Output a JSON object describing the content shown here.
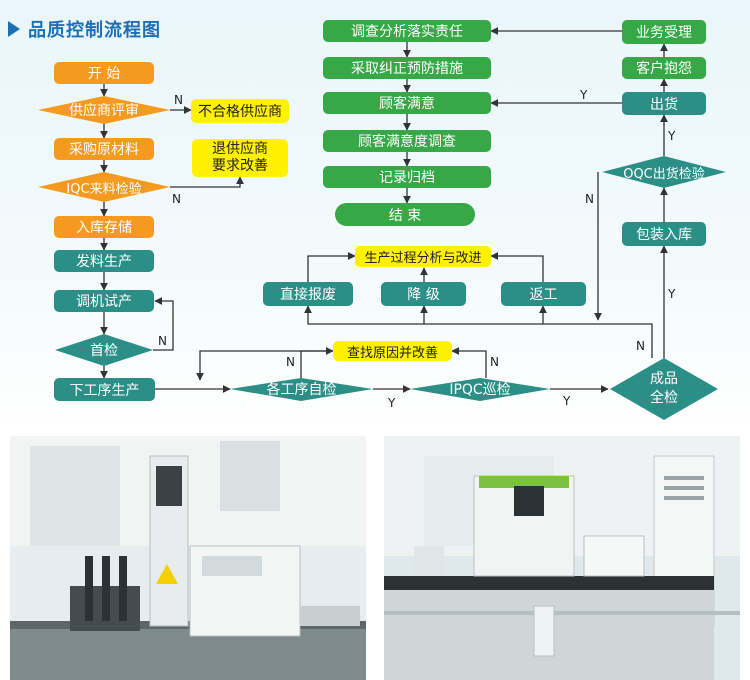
{
  "title": "品质控制流程图",
  "left_column": {
    "start": "开  始",
    "supplier_review": "供应商评审",
    "purchase": "采购原材料",
    "iqc": "IQC来料检验",
    "warehouse": "入库存储",
    "issue_production": "发料生产",
    "trial_run": "调机试产",
    "first_inspection": "首检",
    "next_process": "下工序生产"
  },
  "side_boxes": {
    "unqualified_supplier": "不合格供应商",
    "return_supplier": "退供应商\n要求改善"
  },
  "middle_row": {
    "self_inspection": "各工序自检",
    "ipqc": "IPQC巡检",
    "find_cause": "查找原因并改善",
    "direct_scrap": "直接报废",
    "downgrade": "降  级",
    "rework": "返工",
    "process_analysis": "生产过程分析与改进"
  },
  "right_column": {
    "final_inspection_line1": "成品",
    "final_inspection_line2": "全检",
    "packing": "包装入库",
    "oqc": "OQC出货检验",
    "shipment": "出货",
    "complaint": "客户抱怨",
    "order": "业务受理"
  },
  "top_center": {
    "investigate": "调查分析落实责任",
    "corrective": "采取纠正预防措施",
    "satisfaction": "顾客满意",
    "survey": "顾客满意度调查",
    "record": "记录归档",
    "end": "结  束"
  },
  "labels": {
    "N": "N",
    "Y": "Y"
  },
  "colors": {
    "orange": "#f59a1f",
    "teal": "#2b8f88",
    "green": "#36a845",
    "yellow": "#fff100",
    "title_blue": "#1f6fb5"
  }
}
